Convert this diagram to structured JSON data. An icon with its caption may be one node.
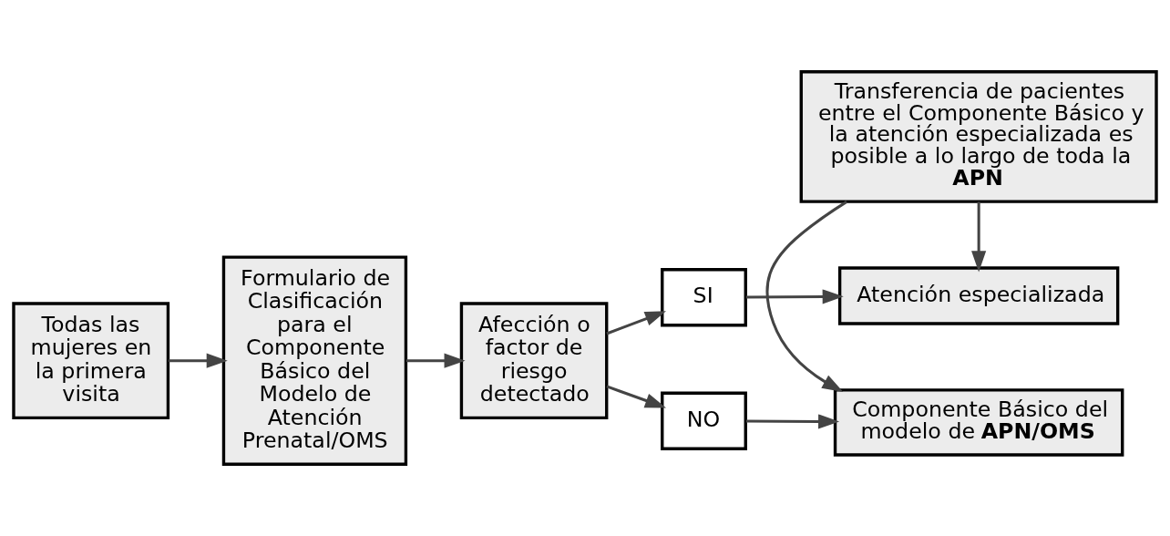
{
  "diagram": {
    "nodes": [
      {
        "text": [
          "Todas las mujeres en la primera visita"
        ]
      },
      {
        "text": [
          "Formulario de Clasificación para el Componente Básico del Modelo de Atención Prenatal/OMS"
        ]
      },
      {
        "text": [
          "Afección o factor de riesgo detectado"
        ]
      },
      {
        "text": [
          "SI"
        ]
      },
      {
        "text": [
          "Atención especializada"
        ]
      },
      {
        "text": [
          "Transferencia de pacientes entre el Componente Básico y la atención especializada es posible a lo largo de toda la **APN**"
        ]
      },
      {
        "text": [
          "NO"
        ]
      },
      {
        "text": [
          "Componente Básico del modelo de **APN/OMS**"
        ]
      }
    ],
    "edges": [
      {
        "from": 0,
        "to": 1,
        "arrow": "to"
      },
      {
        "from": 1,
        "to": 2,
        "arrow": "to"
      },
      {
        "from": 2,
        "to": 3,
        "arrow": "to"
      },
      {
        "from": 3,
        "to": 4,
        "arrow": "to"
      },
      {
        "from": 2,
        "to": 6,
        "arrow": "to"
      },
      {
        "from": 6,
        "to": 7,
        "arrow": "to"
      },
      {
        "from": 5,
        "to": 4,
        "arrow": "to"
      },
      {
        "from": 5,
        "to": 7,
        "arrow": "to"
      }
    ]
  }
}
